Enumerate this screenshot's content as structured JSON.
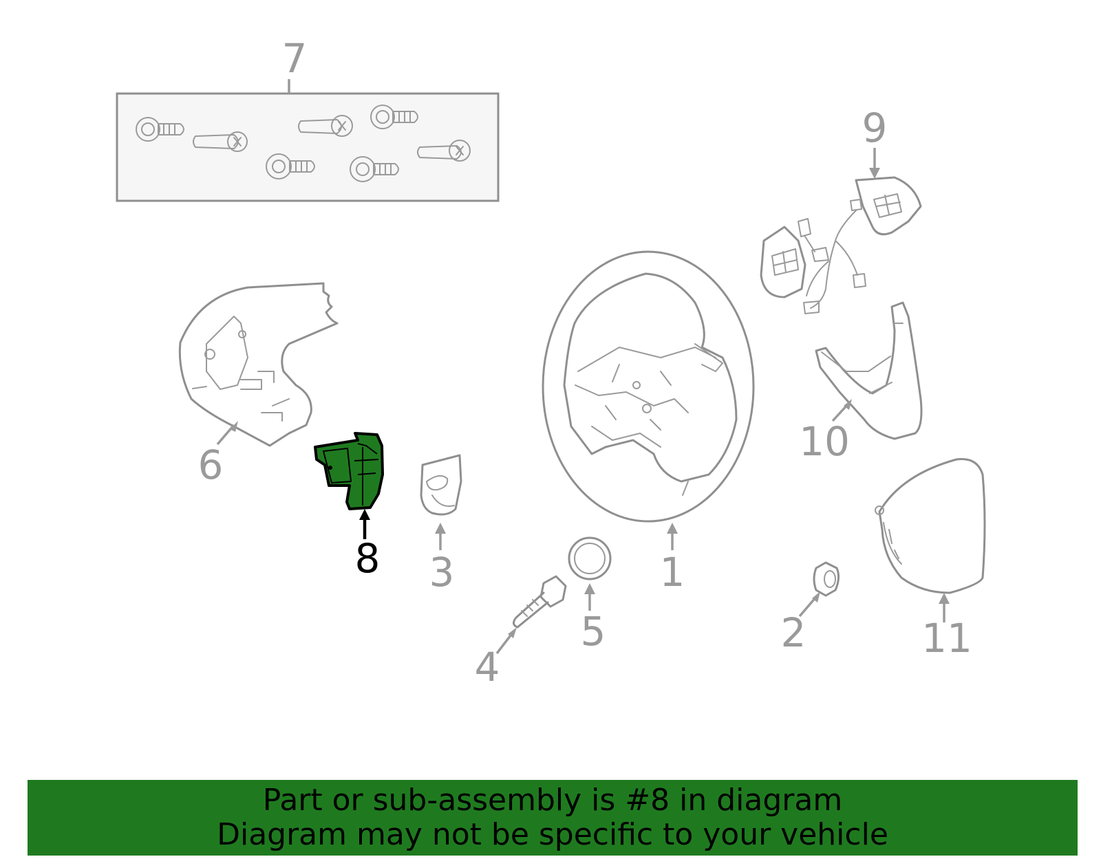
{
  "diagram": {
    "highlight_color": "#1f7a1f",
    "line_color": "#9a9a9a",
    "callouts": {
      "c1": "1",
      "c2": "2",
      "c3": "3",
      "c4": "4",
      "c5": "5",
      "c6": "6",
      "c7": "7",
      "c8": "8",
      "c9": "9",
      "c10": "10",
      "c11": "11"
    },
    "highlighted_part": "8"
  },
  "banner": {
    "line1": "Part or sub-assembly is #8 in diagram",
    "line2": "Diagram may not be specific to your vehicle",
    "background": "#1f7a1f"
  }
}
